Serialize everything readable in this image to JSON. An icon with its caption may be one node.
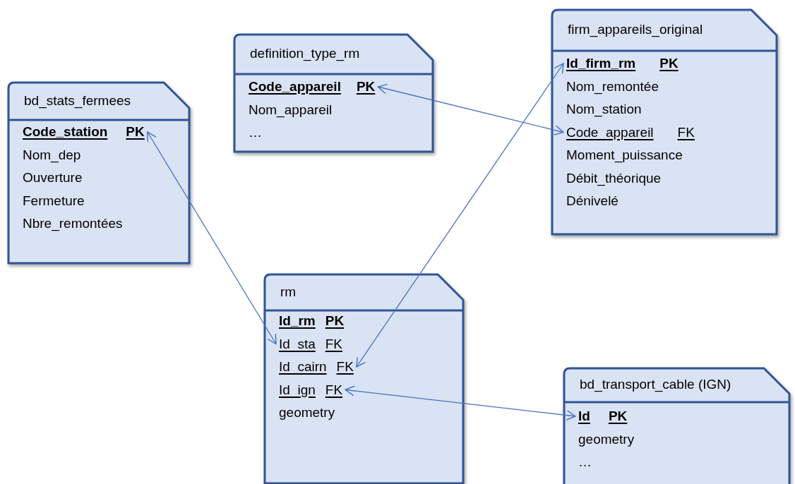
{
  "diagram": {
    "nodes": [
      {
        "text": [
          "bd_stats_fermees"
        ]
      },
      {
        "text": [
          "Code_station",
          "PK"
        ],
        "in": 0
      },
      {
        "text": [
          "Nom_dep"
        ],
        "in": 0
      },
      {
        "text": [
          "Ouverture"
        ],
        "in": 0
      },
      {
        "text": [
          "Fermeture"
        ],
        "in": 0
      },
      {
        "text": [
          "Nbre_remontées"
        ],
        "in": 0
      },
      {
        "text": [
          "definition_type_rm"
        ]
      },
      {
        "text": [
          "Code_appareil",
          "PK"
        ],
        "in": 6
      },
      {
        "text": [
          "Nom_appareil"
        ],
        "in": 6
      },
      {
        "text": [
          "…"
        ],
        "in": 6
      },
      {
        "text": [
          "firm_appareils_original"
        ]
      },
      {
        "text": [
          "Id_firm_rm",
          "PK"
        ],
        "in": 10
      },
      {
        "text": [
          "Nom_remontée"
        ],
        "in": 10
      },
      {
        "text": [
          "Nom_station"
        ],
        "in": 10
      },
      {
        "text": [
          "Code_appareil",
          "FK"
        ],
        "in": 10
      },
      {
        "text": [
          "Moment_puissance"
        ],
        "in": 10
      },
      {
        "text": [
          "Débit_théorique"
        ],
        "in": 10
      },
      {
        "text": [
          "Dénivelé"
        ],
        "in": 10
      },
      {
        "text": [
          "rm"
        ]
      },
      {
        "text": [
          "Id_rm",
          "PK"
        ],
        "in": 18
      },
      {
        "text": [
          "Id_sta",
          "FK"
        ],
        "in": 18
      },
      {
        "text": [
          "Id_cairn",
          "FK"
        ],
        "in": 18
      },
      {
        "text": [
          "Id_ign",
          "FK"
        ],
        "in": 18
      },
      {
        "text": [
          "geometry"
        ],
        "in": 18
      },
      {
        "text": [
          "bd_transport_cable (IGN)"
        ]
      },
      {
        "text": [
          "Id",
          "PK"
        ],
        "in": 24
      },
      {
        "text": [
          "geometry"
        ],
        "in": 24
      },
      {
        "text": [
          "…"
        ],
        "in": 24
      }
    ],
    "edges": [
      {
        "from": 1,
        "to": 20,
        "arrow": "both"
      },
      {
        "from": 7,
        "to": 14,
        "arrow": "both"
      },
      {
        "from": 11,
        "to": 21,
        "arrow": "both"
      },
      {
        "from": 22,
        "to": 25,
        "arrow": "both"
      }
    ]
  }
}
